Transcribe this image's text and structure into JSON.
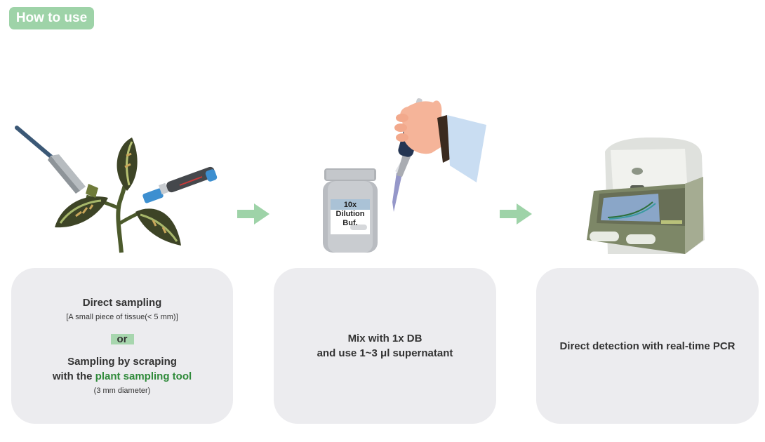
{
  "header": {
    "badge_label": "How to use"
  },
  "illustrations": {
    "bottle_label": [
      "10x",
      "Dilution",
      "Buf."
    ]
  },
  "steps": [
    {
      "title": "Direct sampling",
      "detail": "[A small piece of tissue(< 5 mm)]",
      "or_label": "or",
      "alt_title_line1": "Sampling by scraping",
      "alt_title_line2_prefix": "with the ",
      "alt_title_line2_highlight": "plant sampling tool",
      "alt_detail": "(3 mm diameter)"
    },
    {
      "line1": "Mix with 1x DB",
      "line2": "and use 1~3 μl supernatant"
    },
    {
      "line1": "Direct detection with real-time PCR"
    }
  ],
  "colors": {
    "badge": "#9ed3a8",
    "arrow": "#9ed3a8",
    "card": "#ececef",
    "highlight_text": "#2f8a3a"
  }
}
